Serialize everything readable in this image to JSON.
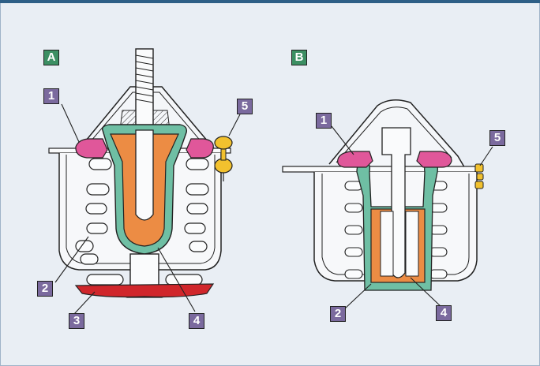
{
  "colors": {
    "background": "#e9eef4",
    "diaphragm_seal": "#e0579a",
    "sleeve": "#6fbfa4",
    "wax_element": "#ec8c44",
    "base_plate": "#d0262b",
    "jiggle_valve": "#f2c12e",
    "section_label": "#3c8f63",
    "part_label": "#7b6a9e"
  },
  "panels": [
    {
      "label": "A"
    },
    {
      "label": "B"
    }
  ],
  "labels": {
    "a1": "1",
    "a2": "2",
    "a3": "3",
    "a4": "4",
    "a5": "5",
    "b1": "1",
    "b2": "2",
    "b4": "4",
    "b5": "5"
  }
}
